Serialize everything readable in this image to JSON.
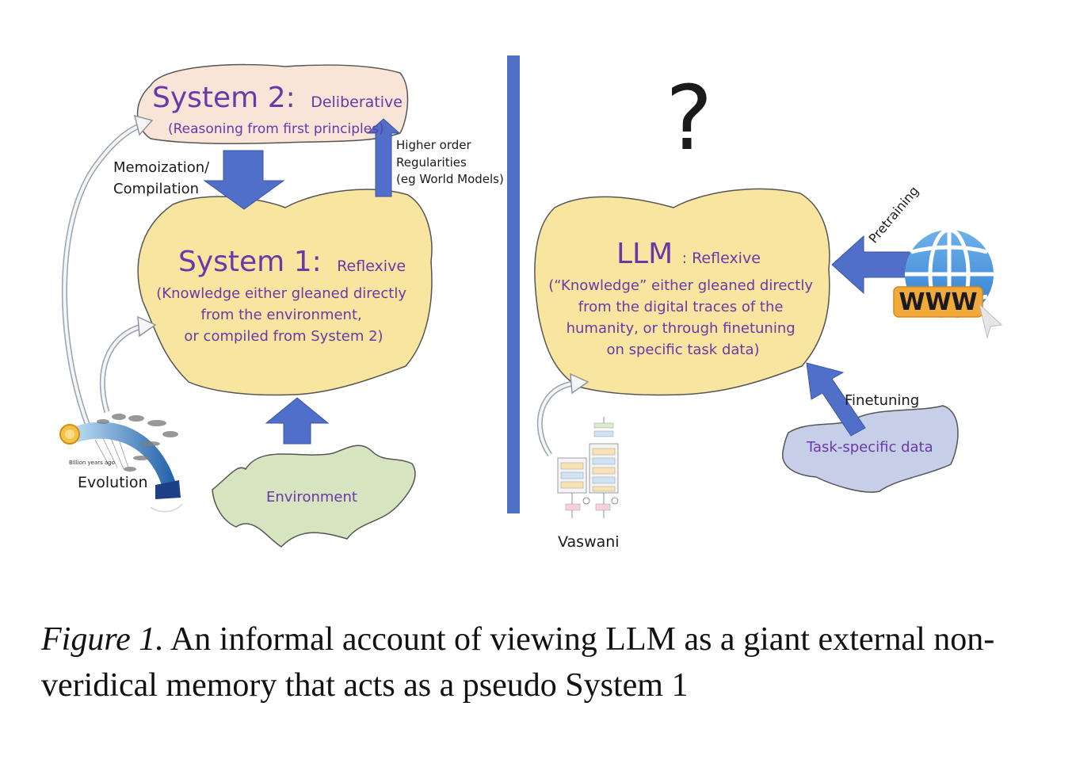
{
  "left": {
    "system2_title": "System 2:",
    "system2_sub": "Deliberative",
    "system2_desc": "(Reasoning from first principles)",
    "memoization_line1": "Memoization/",
    "memoization_line2": "Compilation",
    "higher_order_line1": "Higher order",
    "higher_order_line2": "Regularities",
    "higher_order_line3": "(eg World Models)",
    "system1_title": "System 1:",
    "system1_sub": "Reflexive",
    "system1_desc_line1": "(Knowledge either gleaned directly",
    "system1_desc_line2": "from the environment,",
    "system1_desc_line3": "or compiled from System 2)",
    "environment_label": "Environment",
    "evolution_label": "Evolution",
    "billion_years_label": "Billion years ago"
  },
  "right": {
    "question_mark": "?",
    "llm_title": "LLM",
    "llm_sub": ": Reflexive",
    "llm_desc_line1": "(“Knowledge” either gleaned directly",
    "llm_desc_line2": "from the digital traces of the",
    "llm_desc_line3": "humanity, or through finetuning",
    "llm_desc_line4": "on specific task data)",
    "pretraining_label": "Pretraining",
    "www_label": "WWW",
    "finetuning_label": "Finetuning",
    "task_data_label": "Task-specific data",
    "vaswani_label": "Vaswani"
  },
  "caption": {
    "figure_label": "Figure 1.",
    "text": " An informal account of viewing LLM as a giant external non-veridical memory that acts as a pseudo System 1"
  },
  "colors": {
    "blob_yellow": "#f8e6a0",
    "system2_fill": "#f9e4d8",
    "environment_green": "#d6e5c0",
    "task_blue": "#c6cfe7",
    "arrow_blue": "#4f6fc9",
    "divider_blue": "#4e70c5",
    "title_purple": "#6a38a8"
  }
}
